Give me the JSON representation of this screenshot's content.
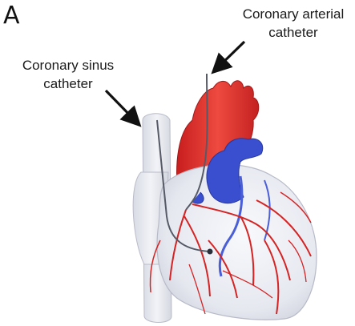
{
  "panel_label": "A",
  "labels": {
    "coronary_arterial_catheter": [
      "Coronary arterial",
      "catheter"
    ],
    "coronary_sinus_catheter": [
      "Coronary sinus",
      "catheter"
    ]
  },
  "colors": {
    "aorta_red": "#e0302c",
    "vessel_blue": "#3a4fd0",
    "heart_body": "#eceef4",
    "vena_cava": "#e8eaf0",
    "catheter": "#555a66",
    "arrow": "#111111"
  }
}
